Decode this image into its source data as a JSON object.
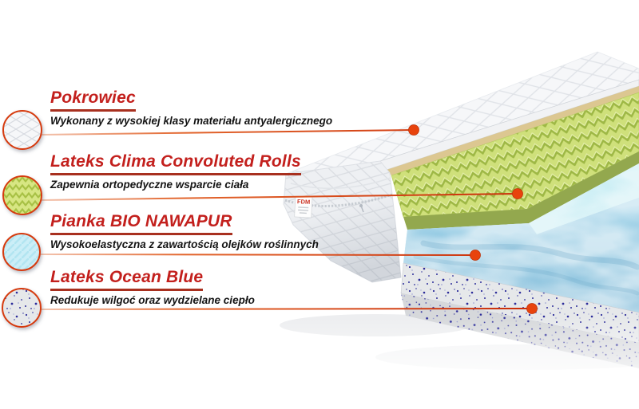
{
  "page": {
    "background": "#ffffff",
    "accent_red": "#c3201d",
    "underline_red": "#a8301f",
    "leader_line_red": "#c92a06",
    "callout_dot_color": "#e8430d"
  },
  "labels": [
    {
      "id": "cover",
      "title": "Pokrowiec",
      "description": "Wykonany z wysokiej klasy materiału antyalergicznego",
      "icon": "quilted-cover-swatch-icon"
    },
    {
      "id": "clima-latex",
      "title": "Lateks Clima Convoluted Rolls",
      "description": "Zapewnia ortopedyczne wsparcie ciała",
      "icon": "convoluted-latex-swatch-icon"
    },
    {
      "id": "nawapur-foam",
      "title": "Pianka BIO NAWAPUR",
      "description": "Wysokoelastyczna z zawartością olejków roślinnych",
      "icon": "bio-foam-swatch-icon"
    },
    {
      "id": "ocean-blue-latex",
      "title": "Lateks Ocean Blue",
      "description": "Redukuje wilgoć oraz wydzielane ciepło",
      "icon": "speckled-latex-swatch-icon"
    }
  ],
  "mattress": {
    "tag": "FDM"
  }
}
